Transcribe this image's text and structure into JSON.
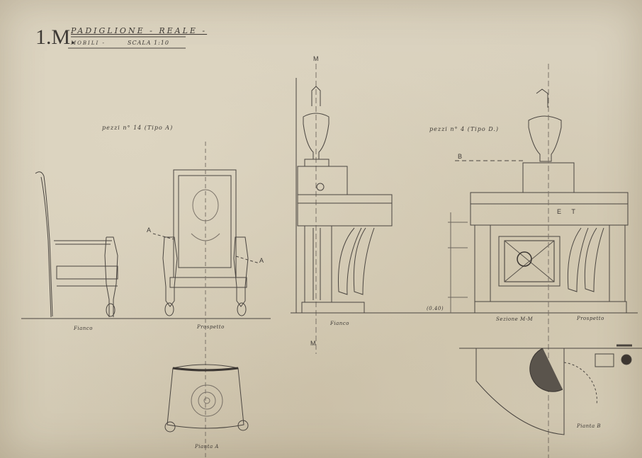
{
  "header": {
    "sheet_code": "1.M.",
    "title": "PADIGLIONE - REALE -",
    "subtitle": "MOBILI -",
    "scale": "SCALA 1:10"
  },
  "drawing_a": {
    "note": "pezzi n° 14 (Tipo A)",
    "section_mark_left": "A",
    "section_mark_right": "A",
    "fianco_label": "Fianco",
    "prospetto_label": "Prospetto",
    "pianta_label": "Pianta A"
  },
  "drawing_center": {
    "axis_top": "M",
    "axis_bottom": "M",
    "fianco_label": "Fianco"
  },
  "drawing_d": {
    "note": "pezzi n° 4 (Tipo D.)",
    "marker_b": "B",
    "plaque_text": "E T",
    "level_label": "(0.40)",
    "sezione_label": "Sezione M-M",
    "prospetto_label": "Prospetto",
    "pianta_label": "Pianta B"
  },
  "colors": {
    "paper": "#d6cdb8",
    "ink": "#3e3a36",
    "pencil": "#6e675e",
    "shade": "#8f877a"
  }
}
